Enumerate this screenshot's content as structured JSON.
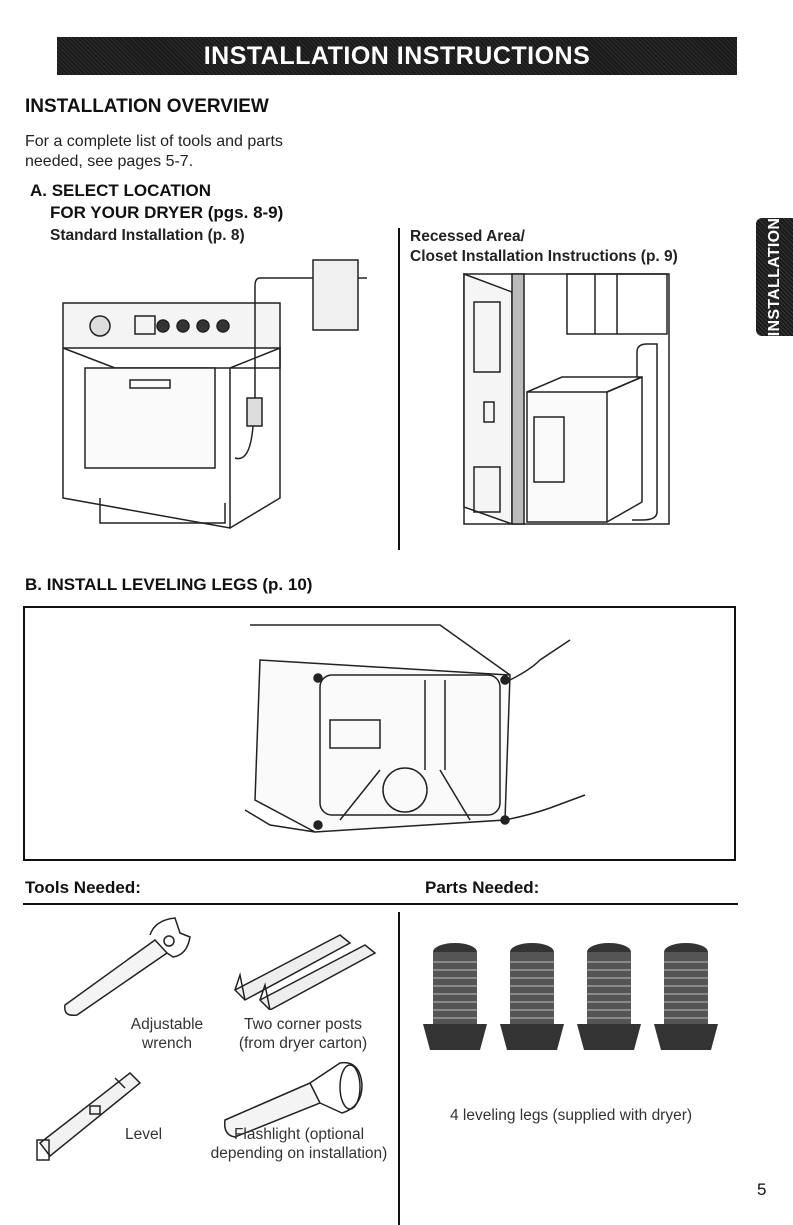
{
  "banner": {
    "title": "INSTALLATION INSTRUCTIONS"
  },
  "side_tab": {
    "label": "INSTALLATION"
  },
  "overview": {
    "title": "INSTALLATION OVERVIEW",
    "intro_line1": "For a complete list of tools and parts",
    "intro_line2": "needed, see pages 5-7."
  },
  "section_a": {
    "title_line1": "A. SELECT LOCATION",
    "title_line2": "FOR YOUR DRYER (pgs. 8-9)",
    "standard": "Standard Installation (p. 8)",
    "recessed_line1": "Recessed Area/",
    "recessed_line2": "Closet Installation Instructions (p. 9)"
  },
  "section_b": {
    "title": "B. INSTALL LEVELING LEGS (p. 10)"
  },
  "tools": {
    "title": "Tools Needed:",
    "wrench_line1": "Adjustable",
    "wrench_line2": "wrench",
    "posts_line1": "Two corner posts",
    "posts_line2": "(from dryer carton)",
    "level": "Level",
    "flashlight_line1": "Flashlight (optional",
    "flashlight_line2": "depending on installation)"
  },
  "parts": {
    "title": "Parts Needed:",
    "legs": "4 leveling legs (supplied with dryer)"
  },
  "page_number": "5"
}
